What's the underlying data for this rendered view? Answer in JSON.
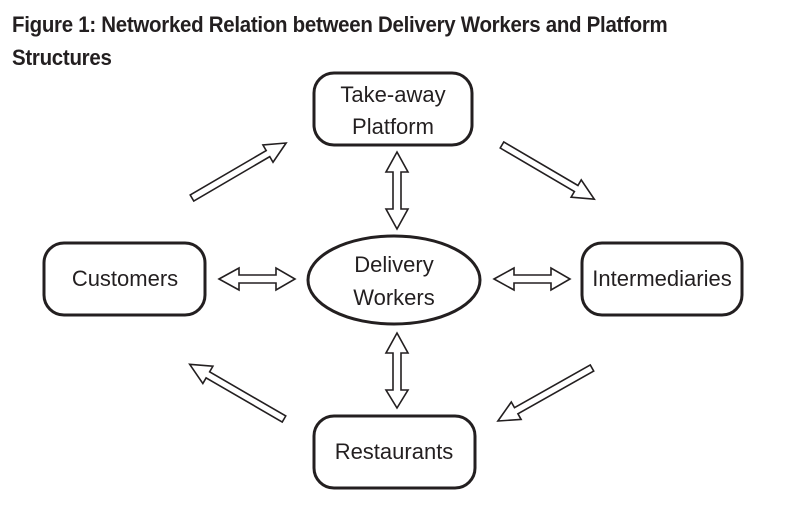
{
  "figure": {
    "title": "Figure 1: Networked Relation between Delivery Workers and Platform Structures",
    "title_line1": "Figure 1: Networked Relation between Delivery Workers and Platform",
    "title_line2": "Structures"
  },
  "nodes": {
    "platform": {
      "line1": "Take-away",
      "line2": "Platform",
      "shape": "rounded-rectangle"
    },
    "customers": {
      "label": "Customers",
      "shape": "rounded-rectangle"
    },
    "workers": {
      "line1": "Delivery",
      "line2": "Workers",
      "shape": "ellipse"
    },
    "intermediaries": {
      "label": "Intermediaries",
      "shape": "rounded-rectangle"
    },
    "restaurants": {
      "label": "Restaurants",
      "shape": "rounded-rectangle"
    }
  },
  "edges": [
    {
      "from": "Delivery Workers",
      "to": "Take-away Platform",
      "direction": "bidirectional"
    },
    {
      "from": "Delivery Workers",
      "to": "Customers",
      "direction": "bidirectional"
    },
    {
      "from": "Delivery Workers",
      "to": "Intermediaries",
      "direction": "bidirectional"
    },
    {
      "from": "Delivery Workers",
      "to": "Restaurants",
      "direction": "bidirectional"
    },
    {
      "from": "Customers",
      "to": "Take-away Platform",
      "direction": "one-way"
    },
    {
      "from": "Take-away Platform",
      "to": "Intermediaries",
      "direction": "one-way"
    },
    {
      "from": "Intermediaries",
      "to": "Restaurants",
      "direction": "one-way"
    },
    {
      "from": "Restaurants",
      "to": "Customers",
      "direction": "one-way"
    }
  ],
  "colors": {
    "stroke": "#231f20",
    "fill": "#ffffff",
    "text": "#231f20"
  }
}
